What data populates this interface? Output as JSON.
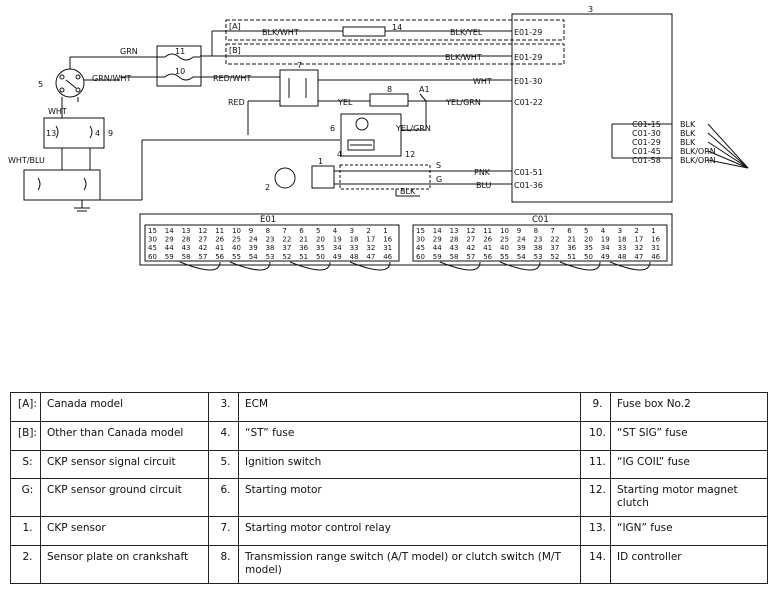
{
  "labels": {
    "region_a": "[A]",
    "region_b": "[B]",
    "wires": {
      "blk_wht_a": "BLK/WHT",
      "blk_yel": "BLK/YEL",
      "blk_wht_b": "BLK/WHT",
      "grn": "GRN",
      "grn_wht": "GRN/WHT",
      "red_wht": "RED/WHT",
      "wht_top": "WHT",
      "red": "RED",
      "yel": "YEL",
      "yel_grn": "YEL/GRN",
      "yel_grn2": "YEL/GRN",
      "wht_left": "WHT",
      "wht_blu": "WHT/BLU",
      "pnk": "PNK",
      "blu": "BLU",
      "blk_ground": "BLK",
      "s": "S",
      "g": "G",
      "a1": "A1"
    },
    "numbers": {
      "n1": "1",
      "n2": "2",
      "n3": "3",
      "n4": "4",
      "n5": "5",
      "n6": "6",
      "n7": "7",
      "n8": "8",
      "n9": "9",
      "n10": "10",
      "n11": "11",
      "n12": "12",
      "n13": "13",
      "n14": "14",
      "n4b": "4"
    },
    "ecm_terminals": {
      "e01_29a": "E01-29",
      "e01_29b": "E01-29",
      "e01_30": "E01-30",
      "c01_22": "C01-22",
      "c01_51": "C01-51",
      "c01_36": "C01-36"
    },
    "ground_terminals": [
      {
        "term": "C01-15",
        "wire": "BLK"
      },
      {
        "term": "C01-30",
        "wire": "BLK"
      },
      {
        "term": "C01-29",
        "wire": "BLK"
      },
      {
        "term": "C01-45",
        "wire": "BLK/ORN"
      },
      {
        "term": "C01-58",
        "wire": "BLK/ORN"
      }
    ],
    "connectors": {
      "e01_title": "E01",
      "c01_title": "C01",
      "row1": [
        "15",
        "14",
        "13",
        "12",
        "11",
        "10",
        "9",
        "8",
        "7",
        "6",
        "5",
        "4",
        "3",
        "2",
        "1"
      ],
      "row2": [
        "30",
        "29",
        "28",
        "27",
        "26",
        "25",
        "24",
        "23",
        "22",
        "21",
        "20",
        "19",
        "18",
        "17",
        "16"
      ],
      "row3": [
        "45",
        "44",
        "43",
        "42",
        "41",
        "40",
        "39",
        "38",
        "37",
        "36",
        "35",
        "34",
        "33",
        "32",
        "31"
      ],
      "row4": [
        "60",
        "59",
        "58",
        "57",
        "56",
        "55",
        "54",
        "53",
        "52",
        "51",
        "50",
        "49",
        "48",
        "47",
        "46"
      ]
    }
  },
  "legend": [
    [
      {
        "key": "[A]:",
        "desc": "Canada model"
      },
      {
        "key": "3.",
        "desc": "ECM"
      },
      {
        "key": "9.",
        "desc": "Fuse box No.2"
      }
    ],
    [
      {
        "key": "[B]:",
        "desc": "Other than Canada model"
      },
      {
        "key": "4.",
        "desc": "“ST” fuse"
      },
      {
        "key": "10.",
        "desc": "“ST SIG” fuse"
      }
    ],
    [
      {
        "key": "S:",
        "desc": "CKP sensor signal circuit"
      },
      {
        "key": "5.",
        "desc": "Ignition switch"
      },
      {
        "key": "11.",
        "desc": "“IG COIL” fuse"
      }
    ],
    [
      {
        "key": "G:",
        "desc": "CKP sensor ground circuit"
      },
      {
        "key": "6.",
        "desc": "Starting motor"
      },
      {
        "key": "12.",
        "desc": "Starting motor magnet clutch"
      }
    ],
    [
      {
        "key": "1.",
        "desc": "CKP sensor"
      },
      {
        "key": "7.",
        "desc": "Starting motor control relay"
      },
      {
        "key": "13.",
        "desc": "“IGN” fuse"
      }
    ],
    [
      {
        "key": "2.",
        "desc": "Sensor plate on crankshaft"
      },
      {
        "key": "8.",
        "desc": "Transmission range switch (A/T model) or clutch switch (M/T model)"
      },
      {
        "key": "14.",
        "desc": "ID controller"
      }
    ]
  ]
}
